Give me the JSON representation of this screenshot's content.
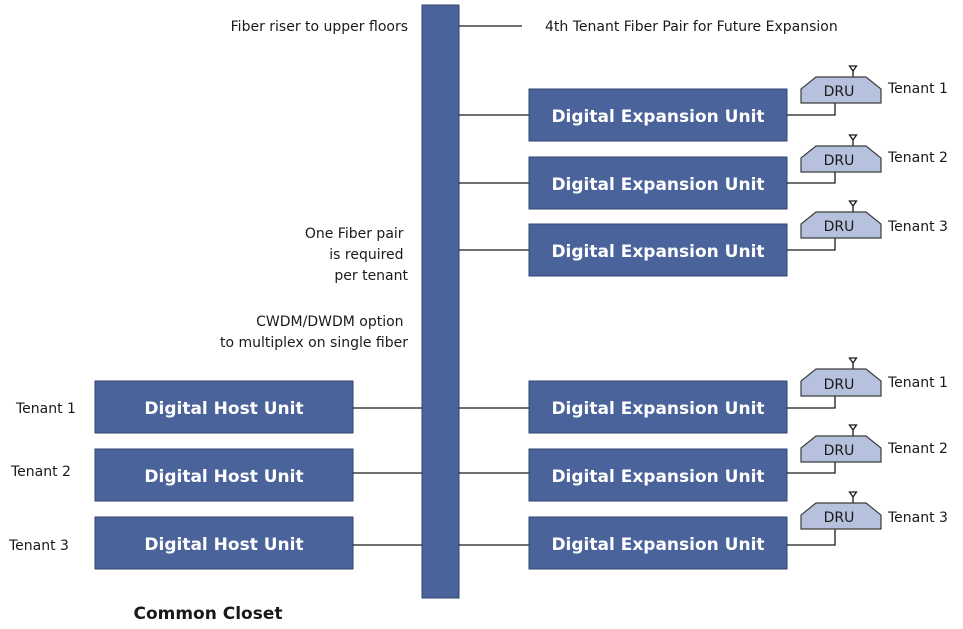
{
  "riser_label": "Fiber riser to upper floors",
  "future_label": "4th Tenant Fiber Pair for Future Expansion",
  "fiber_note": [
    "One Fiber pair",
    "is required",
    "per tenant"
  ],
  "cwdm_note": [
    "CWDM/DWDM option",
    "to multiplex on single fiber"
  ],
  "host_units": [
    {
      "tenant": "Tenant 1",
      "label": "Digital Host Unit"
    },
    {
      "tenant": "Tenant 2",
      "label": "Digital Host Unit"
    },
    {
      "tenant": "Tenant 3",
      "label": "Digital Host Unit"
    }
  ],
  "upper_expansion": [
    {
      "label": "Digital Expansion Unit",
      "dru": "DRU",
      "tenant": "Tenant 1"
    },
    {
      "label": "Digital Expansion Unit",
      "dru": "DRU",
      "tenant": "Tenant 2"
    },
    {
      "label": "Digital Expansion Unit",
      "dru": "DRU",
      "tenant": "Tenant 3"
    }
  ],
  "lower_expansion": [
    {
      "label": "Digital Expansion Unit",
      "dru": "DRU",
      "tenant": "Tenant 1"
    },
    {
      "label": "Digital Expansion Unit",
      "dru": "DRU",
      "tenant": "Tenant 2"
    },
    {
      "label": "Digital Expansion Unit",
      "dru": "DRU",
      "tenant": "Tenant 3"
    }
  ],
  "caption": "Common Closet",
  "colors": {
    "unit_fill": "#4a639a",
    "dru_fill": "#b6c1dd"
  }
}
